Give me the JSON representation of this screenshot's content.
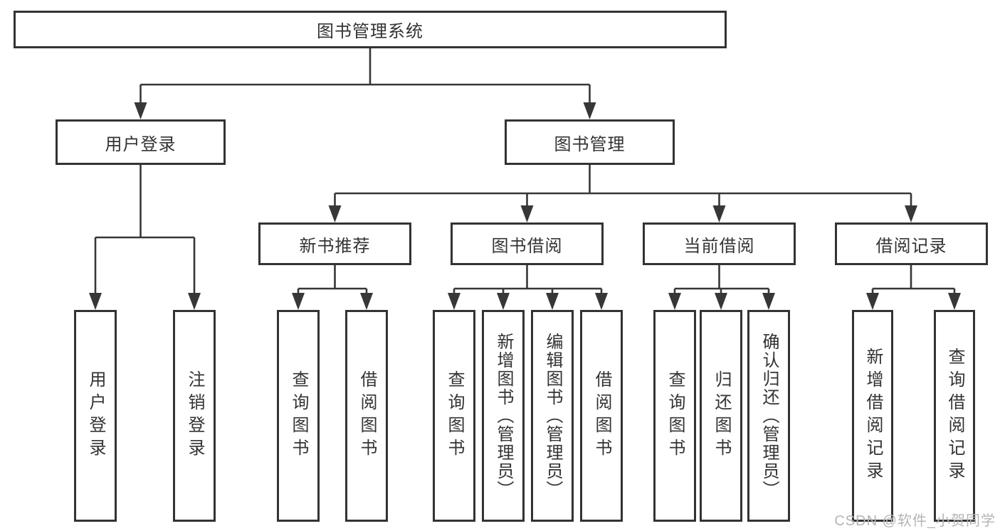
{
  "diagram": {
    "root": "图书管理系统",
    "level2": [
      "用户登录",
      "图书管理"
    ],
    "level3": [
      "新书推荐",
      "图书借阅",
      "当前借阅",
      "借阅记录"
    ],
    "leaves": {
      "login": [
        "用户登录",
        "注销登录"
      ],
      "recommend": [
        "查询图书",
        "借阅图书"
      ],
      "borrowing": [
        "查询图书",
        "新增图书（管理员）",
        "编辑图书（管理员）",
        "借阅图书"
      ],
      "current": [
        "查询图书",
        "归还图书",
        "确认归还（管理员）"
      ],
      "records": [
        "新增借阅记录",
        "查询借阅记录"
      ]
    }
  },
  "watermark": "CSDN @软件_小贺同学",
  "colors": {
    "line": "#373737",
    "box_border": "#333333",
    "text": "#333333",
    "watermark": "#b5b5b5",
    "background": "#ffffff"
  }
}
